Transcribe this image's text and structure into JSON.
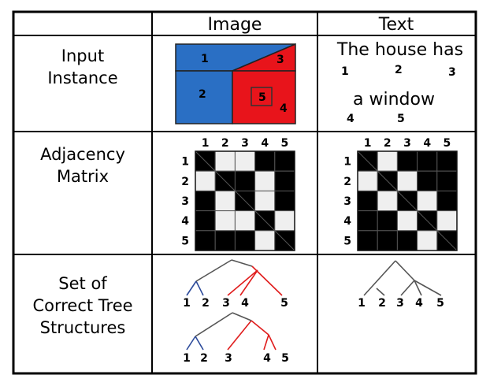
{
  "headers": {
    "image": "Image",
    "text": "Text"
  },
  "rows": {
    "input": [
      "Input",
      "Instance"
    ],
    "matrix": [
      "Adjacency",
      "Matrix"
    ],
    "trees": [
      "Set of",
      "Correct Tree",
      "Structures"
    ]
  },
  "image_regions": {
    "r1": "1",
    "r2": "2",
    "r3": "3",
    "r4": "4",
    "r5": "5"
  },
  "sentence": {
    "line1": "The house has",
    "line1_idx": [
      "1",
      "2",
      "3"
    ],
    "line2": "a window",
    "line2_idx": [
      "4",
      "5"
    ]
  },
  "matrix_labels": [
    "1",
    "2",
    "3",
    "4",
    "5"
  ],
  "image_matrix": [
    [
      1,
      0,
      0,
      1,
      1
    ],
    [
      0,
      1,
      1,
      0,
      1
    ],
    [
      1,
      0,
      1,
      0,
      1
    ],
    [
      1,
      0,
      0,
      1,
      0
    ],
    [
      1,
      1,
      1,
      0,
      1
    ]
  ],
  "text_matrix": [
    [
      1,
      0,
      1,
      1,
      1
    ],
    [
      0,
      1,
      0,
      1,
      1
    ],
    [
      1,
      0,
      1,
      0,
      1
    ],
    [
      1,
      1,
      0,
      1,
      0
    ],
    [
      1,
      1,
      1,
      0,
      1
    ]
  ],
  "tree_leaves": [
    "1",
    "2",
    "3",
    "4",
    "5"
  ],
  "colors": {
    "blue_region": "#2a6fc4",
    "red_region": "#e8141b",
    "tree_blue": "#2c4a9a",
    "tree_red": "#e01c1c",
    "tree_gray": "#555555",
    "matrix_light": "#efefef",
    "matrix_dark": "#000000"
  }
}
